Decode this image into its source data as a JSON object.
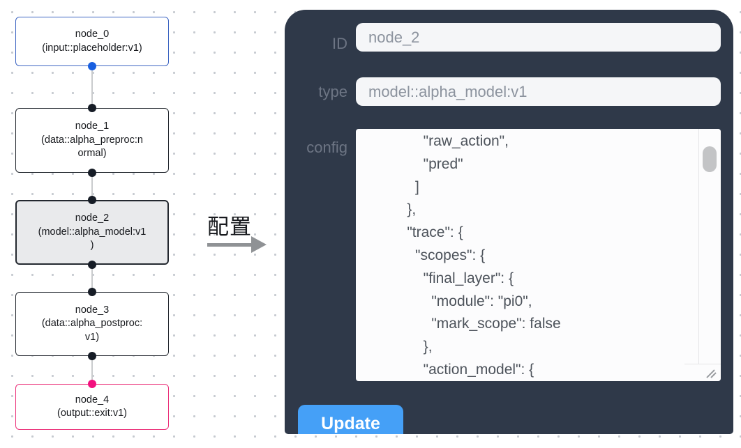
{
  "canvas": {
    "nodes": [
      {
        "name": "node_0",
        "type": "input::placeholder:v1",
        "label": "node_0\n(input::placeholder:v1)"
      },
      {
        "name": "node_1",
        "type": "data::alpha_preproc:normal",
        "label": "node_1\n(data::alpha_preproc:n\normal)"
      },
      {
        "name": "node_2",
        "type": "model::alpha_model:v1",
        "label": "node_2\n(model::alpha_model:v1\n)"
      },
      {
        "name": "node_3",
        "type": "data::alpha_postproc:v1",
        "label": "node_3\n(data::alpha_postproc:\nv1)"
      },
      {
        "name": "node_4",
        "type": "output::exit:v1",
        "label": "node_4\n(output::exit:v1)"
      }
    ],
    "colors": {
      "input_node_border": "#3c64c2",
      "default_node_border": "#23282f",
      "selected_node_fill": "#e9eaec",
      "output_node_border": "#eb3079",
      "port_blue": "#185fe0",
      "port_dark": "#161c26",
      "port_pink": "#f2107e",
      "edge_gray": "#c9cbcd"
    }
  },
  "transition": {
    "label": "配置"
  },
  "panel": {
    "background": "#2f3949",
    "fields": [
      {
        "label": "ID",
        "value": "node_2"
      },
      {
        "label": "type",
        "value": "model::alpha_model:v1"
      }
    ],
    "config_label": "config",
    "config_text": "        \"raw_action\",\n        \"pred\"\n      ]\n    },\n    \"trace\": {\n      \"scopes\": {\n        \"final_layer\": {\n          \"module\": \"pi0\",\n          \"mark_scope\": false\n        },\n        \"action_model\": {",
    "update_label": "Update",
    "button_color": "#45a0f7"
  }
}
